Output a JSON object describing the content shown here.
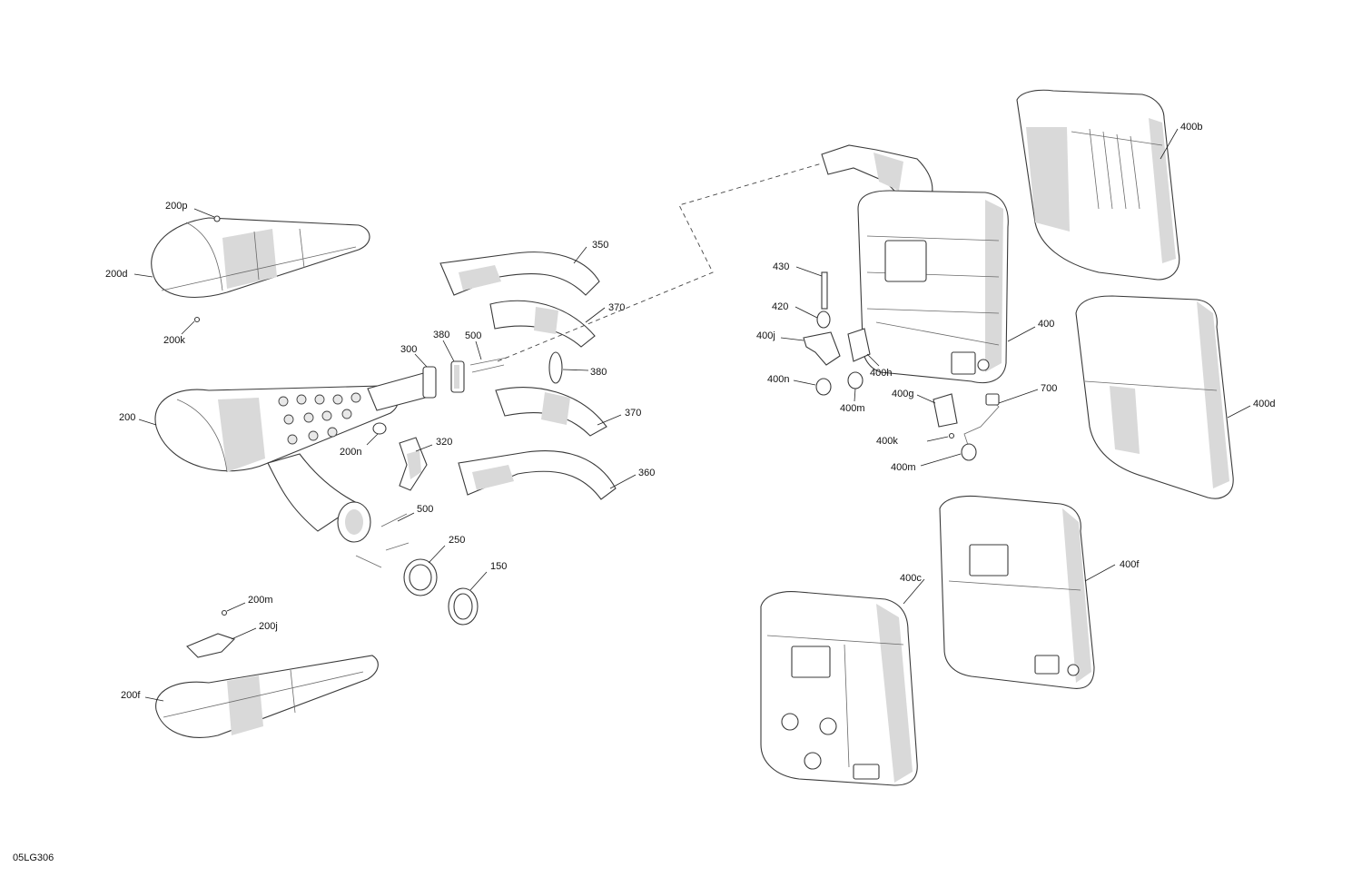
{
  "diagram": {
    "id_code": "05LG306",
    "labels": {
      "200p": "200p",
      "200d": "200d",
      "200k": "200k",
      "350": "350",
      "370a": "370",
      "380a": "380",
      "300": "300",
      "500a": "500",
      "380b": "380",
      "200": "200",
      "370b": "370",
      "200n": "200n",
      "320": "320",
      "360": "360",
      "500b": "500",
      "250": "250",
      "150": "150",
      "200m": "200m",
      "200j": "200j",
      "200f": "200f",
      "430": "430",
      "420": "420",
      "400j": "400j",
      "400n": "400n",
      "400m_a": "400m",
      "400h": "400h",
      "400": "400",
      "400g": "400g",
      "700": "700",
      "400k": "400k",
      "400m_b": "400m",
      "400b": "400b",
      "400d": "400d",
      "400c": "400c",
      "400f": "400f"
    }
  }
}
